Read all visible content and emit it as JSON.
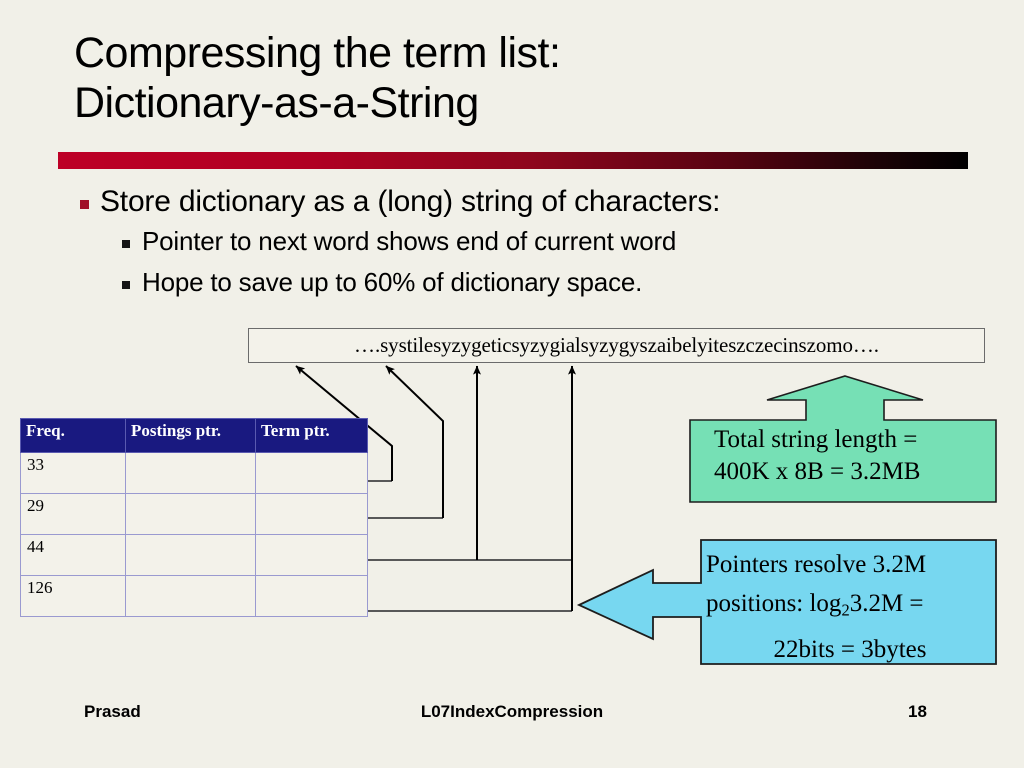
{
  "slide": {
    "title_lines": [
      "Compressing the term list:",
      "Dictionary-as-a-String"
    ],
    "accent_colors": {
      "rule_start": "#bd0026",
      "rule_end": "#000000",
      "bullet_square": "#a01028",
      "table_header_bg": "#191980",
      "callout_green_bg": "#76e0b5",
      "callout_blue_bg": "#77d7f0",
      "background": "#f1f0e8"
    }
  },
  "bullets": {
    "level1": "Store dictionary as a (long) string of characters:",
    "level2": [
      "Pointer to next word shows end of current word",
      "Hope to save up to 60% of dictionary space."
    ]
  },
  "dictionary_string": {
    "text": "….systilesyzygeticsyzygialsyzygyszaibelyiteszczecinszomo…."
  },
  "table": {
    "headers": [
      "Freq.",
      "Postings ptr.",
      "Term ptr."
    ],
    "rows": [
      {
        "freq": "33",
        "postings_ptr": "",
        "term_ptr": ""
      },
      {
        "freq": "29",
        "postings_ptr": "",
        "term_ptr": ""
      },
      {
        "freq": "44",
        "postings_ptr": "",
        "term_ptr": ""
      },
      {
        "freq": "126",
        "postings_ptr": "",
        "term_ptr": ""
      }
    ]
  },
  "callout_green": {
    "line1": "Total string length =",
    "line2": "400K x 8B = 3.2MB"
  },
  "callout_blue": {
    "line1": "Pointers resolve 3.2M",
    "line2_a": "positions: log",
    "line2_sub": "2",
    "line2_b": "3.2M =",
    "line3": "22bits = 3bytes"
  },
  "footer": {
    "author": "Prasad",
    "lecture": "L07IndexCompression",
    "page_number": "18"
  }
}
